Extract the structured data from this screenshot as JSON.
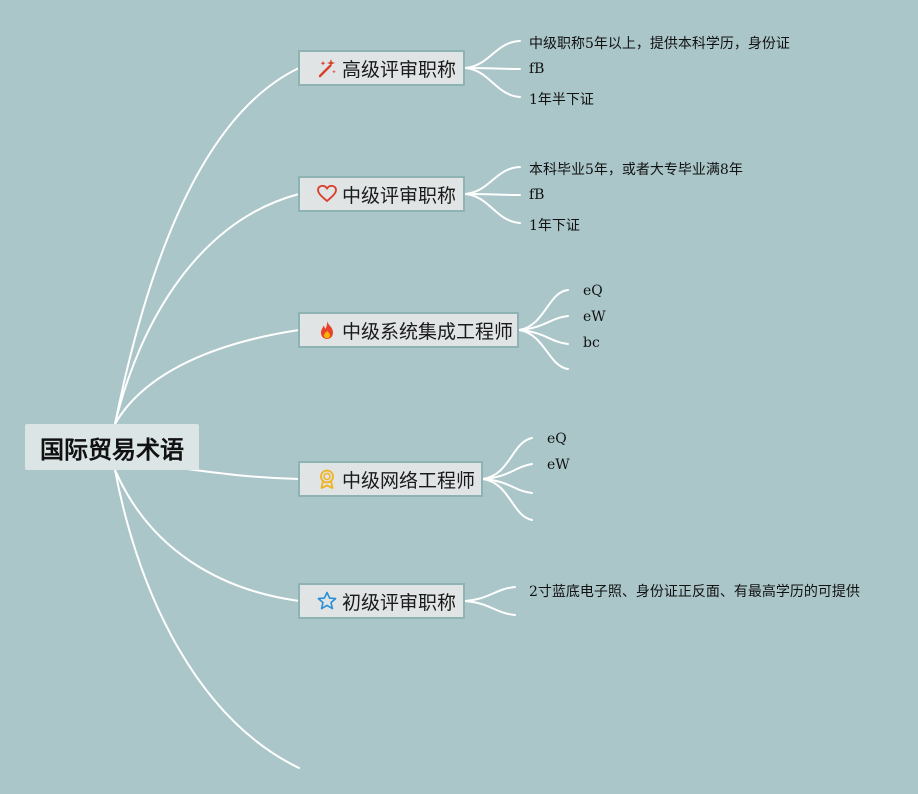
{
  "root": {
    "label": "国际贸易术语"
  },
  "branches": [
    {
      "label": "高级评审职称",
      "icon": "magic-wand-icon",
      "details": [
        "中级职称5年以上，提供本科学历，身份证",
        "fB",
        "1年半下证"
      ]
    },
    {
      "label": "中级评审职称",
      "icon": "heart-icon",
      "details": [
        "本科毕业5年，或者大专毕业满8年",
        "fB",
        "1年下证"
      ]
    },
    {
      "label": "中级系统集成工程师",
      "icon": "fire-icon",
      "details": [
        "eQ",
        "eW",
        "bc"
      ]
    },
    {
      "label": "中级网络工程师",
      "icon": "award-medal-icon",
      "details": [
        "eQ",
        "eW"
      ]
    },
    {
      "label": "初级评审职称",
      "icon": "star-icon",
      "details": [
        "2寸蓝底电子照、身份证正反面、有最高学历的可提供"
      ]
    }
  ],
  "colors": {
    "background": "#aac6c9",
    "connector": "#ffffff",
    "node_border": "#8fb2b2"
  }
}
